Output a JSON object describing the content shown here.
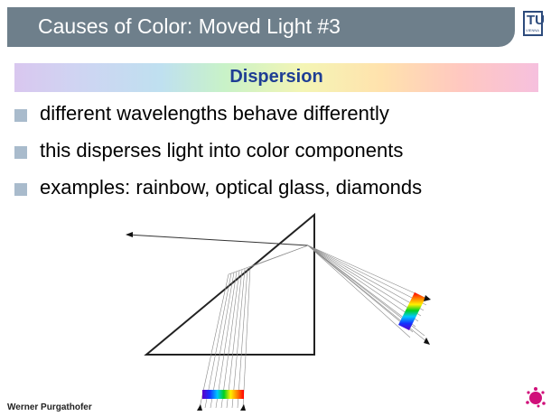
{
  "slide": {
    "title": "Causes of Color: Moved Light #3",
    "subtitle": "Dispersion",
    "bullets": [
      "different wavelengths behave differently",
      "this disperses light into color components",
      "examples: rainbow, optical glass, diamonds"
    ],
    "footer": "Werner Purgathofer"
  },
  "logo": {
    "main": "TU",
    "sub": "VIENNA"
  },
  "colors": {
    "title_bar": "#6e7f8b",
    "subtitle": "#1f3e94",
    "bullet": "#a9bbcc",
    "logo": "#2d4b7c"
  },
  "icons": [
    "tu-vienna-logo",
    "splash-logo-icon"
  ]
}
